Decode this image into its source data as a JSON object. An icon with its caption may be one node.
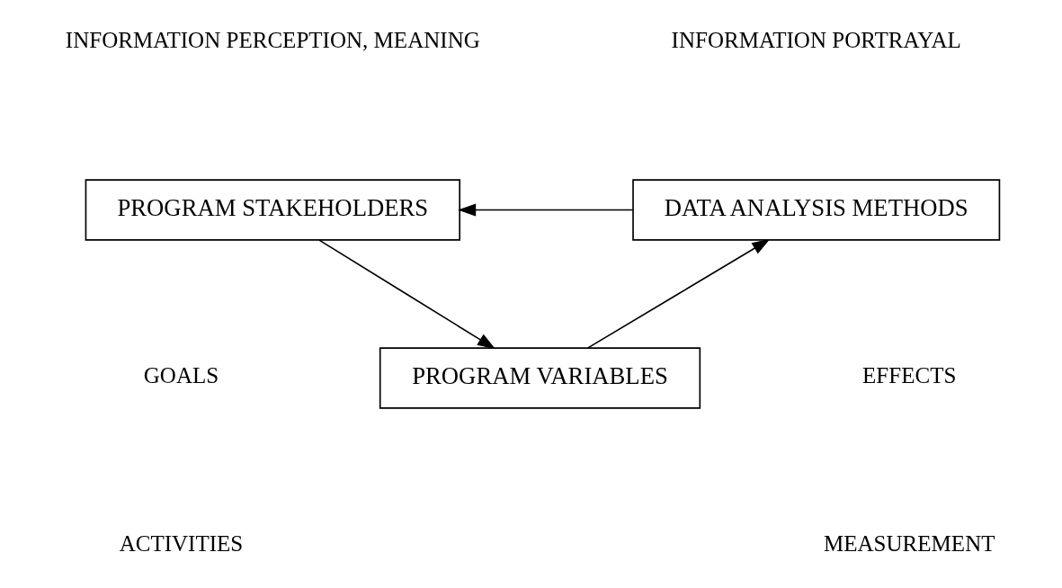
{
  "diagram": {
    "nodes": [
      {
        "text": [
          "PROGRAM STAKEHOLDERS"
        ]
      },
      {
        "text": [
          "DATA ANALYSIS METHODS"
        ]
      },
      {
        "text": [
          "PROGRAM VARIABLES"
        ]
      }
    ],
    "edges": [
      {
        "from": 1,
        "to": 0,
        "arrow": "to"
      },
      {
        "from": 0,
        "to": 2,
        "arrow": "to"
      },
      {
        "from": 2,
        "to": 1,
        "arrow": "to"
      }
    ],
    "labels": [
      "INFORMATION PERCEPTION, MEANING",
      "INFORMATION PORTRAYAL",
      "GOALS",
      "EFFECTS",
      "ACTIVITIES",
      "MEASUREMENT"
    ]
  }
}
